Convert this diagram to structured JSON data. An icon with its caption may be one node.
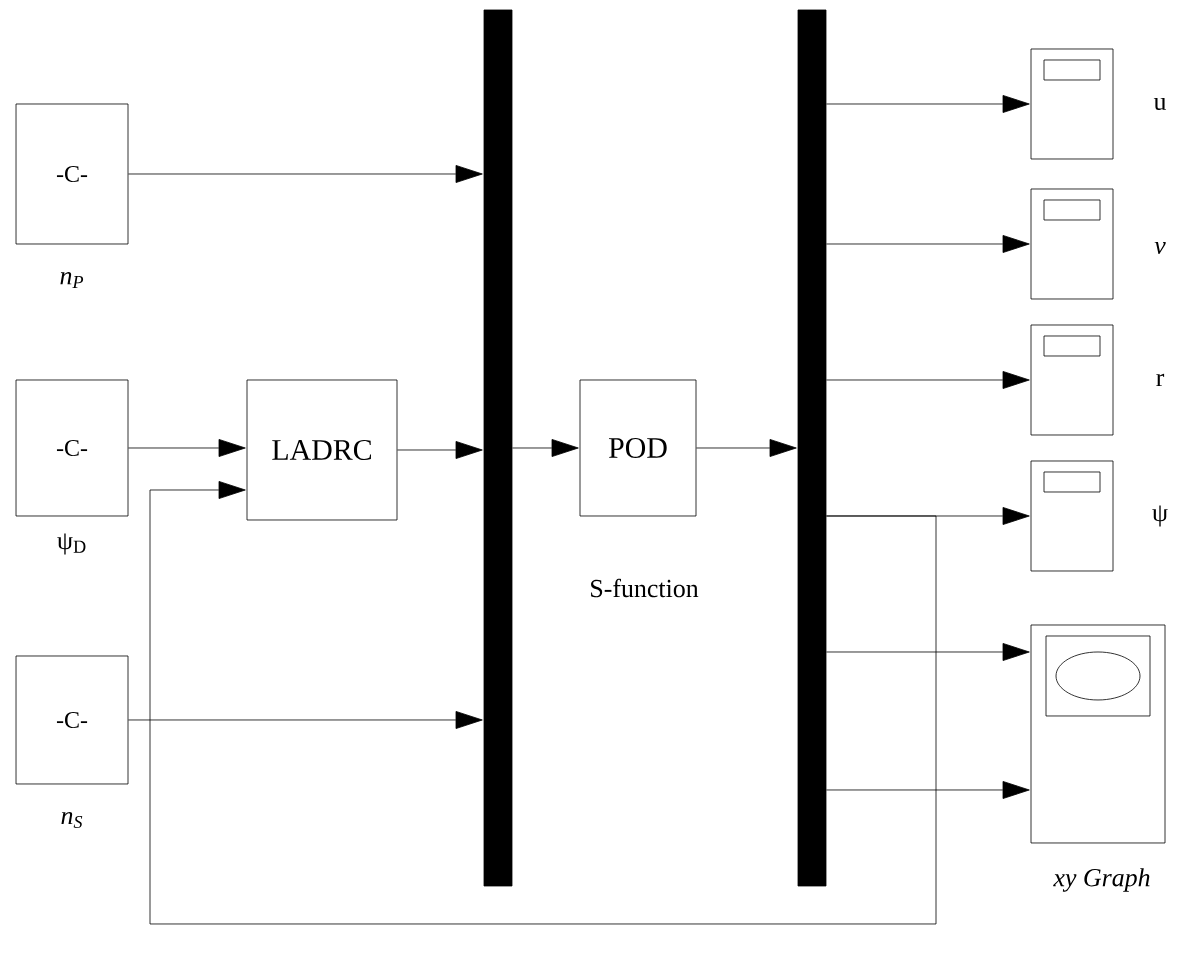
{
  "diagram": {
    "nodes": [
      {
        "text": [
          "-C-"
        ],
        "beside": [
          "n$_{P}$"
        ]
      },
      {
        "text": [
          "-C-"
        ],
        "beside": [
          "ψ$_{D}$"
        ]
      },
      {
        "text": [
          "-C-"
        ],
        "beside": [
          "n$_{S}$"
        ]
      },
      {
        "text": [
          "LADRC"
        ]
      },
      {
        "text": [],
        "shape": "bar"
      },
      {
        "text": [
          "POD"
        ],
        "beside": [
          "S-function"
        ]
      },
      {
        "text": [],
        "shape": "bar"
      },
      {
        "text": [],
        "shape": "box",
        "beside": [
          "u"
        ]
      },
      {
        "text": [],
        "shape": "box",
        "beside": [
          "v"
        ]
      },
      {
        "text": [],
        "shape": "box",
        "beside": [
          "r"
        ]
      },
      {
        "text": [],
        "shape": "box",
        "beside": [
          "ψ"
        ]
      },
      {
        "text": [],
        "shape": "box",
        "beside": [
          "xy Graph"
        ]
      }
    ],
    "edges": [
      {
        "from": 0,
        "to": 4,
        "arrow": "to"
      },
      {
        "from": 1,
        "to": 3,
        "arrow": "to"
      },
      {
        "from": 3,
        "to": 4,
        "arrow": "to"
      },
      {
        "from": 2,
        "to": 4,
        "arrow": "to"
      },
      {
        "from": 4,
        "to": 5,
        "arrow": "to"
      },
      {
        "from": 5,
        "to": 6,
        "arrow": "to"
      },
      {
        "from": 6,
        "to": 7,
        "arrow": "to"
      },
      {
        "from": 6,
        "to": 8,
        "arrow": "to"
      },
      {
        "from": 6,
        "to": 9,
        "arrow": "to"
      },
      {
        "from": 6,
        "to": 10,
        "arrow": "to"
      },
      {
        "from": 6,
        "to": 11,
        "arrow": "to"
      },
      {
        "from": 6,
        "to": 11,
        "arrow": "to"
      },
      {
        "from": 6,
        "to": 3,
        "arrow": "to"
      }
    ]
  }
}
